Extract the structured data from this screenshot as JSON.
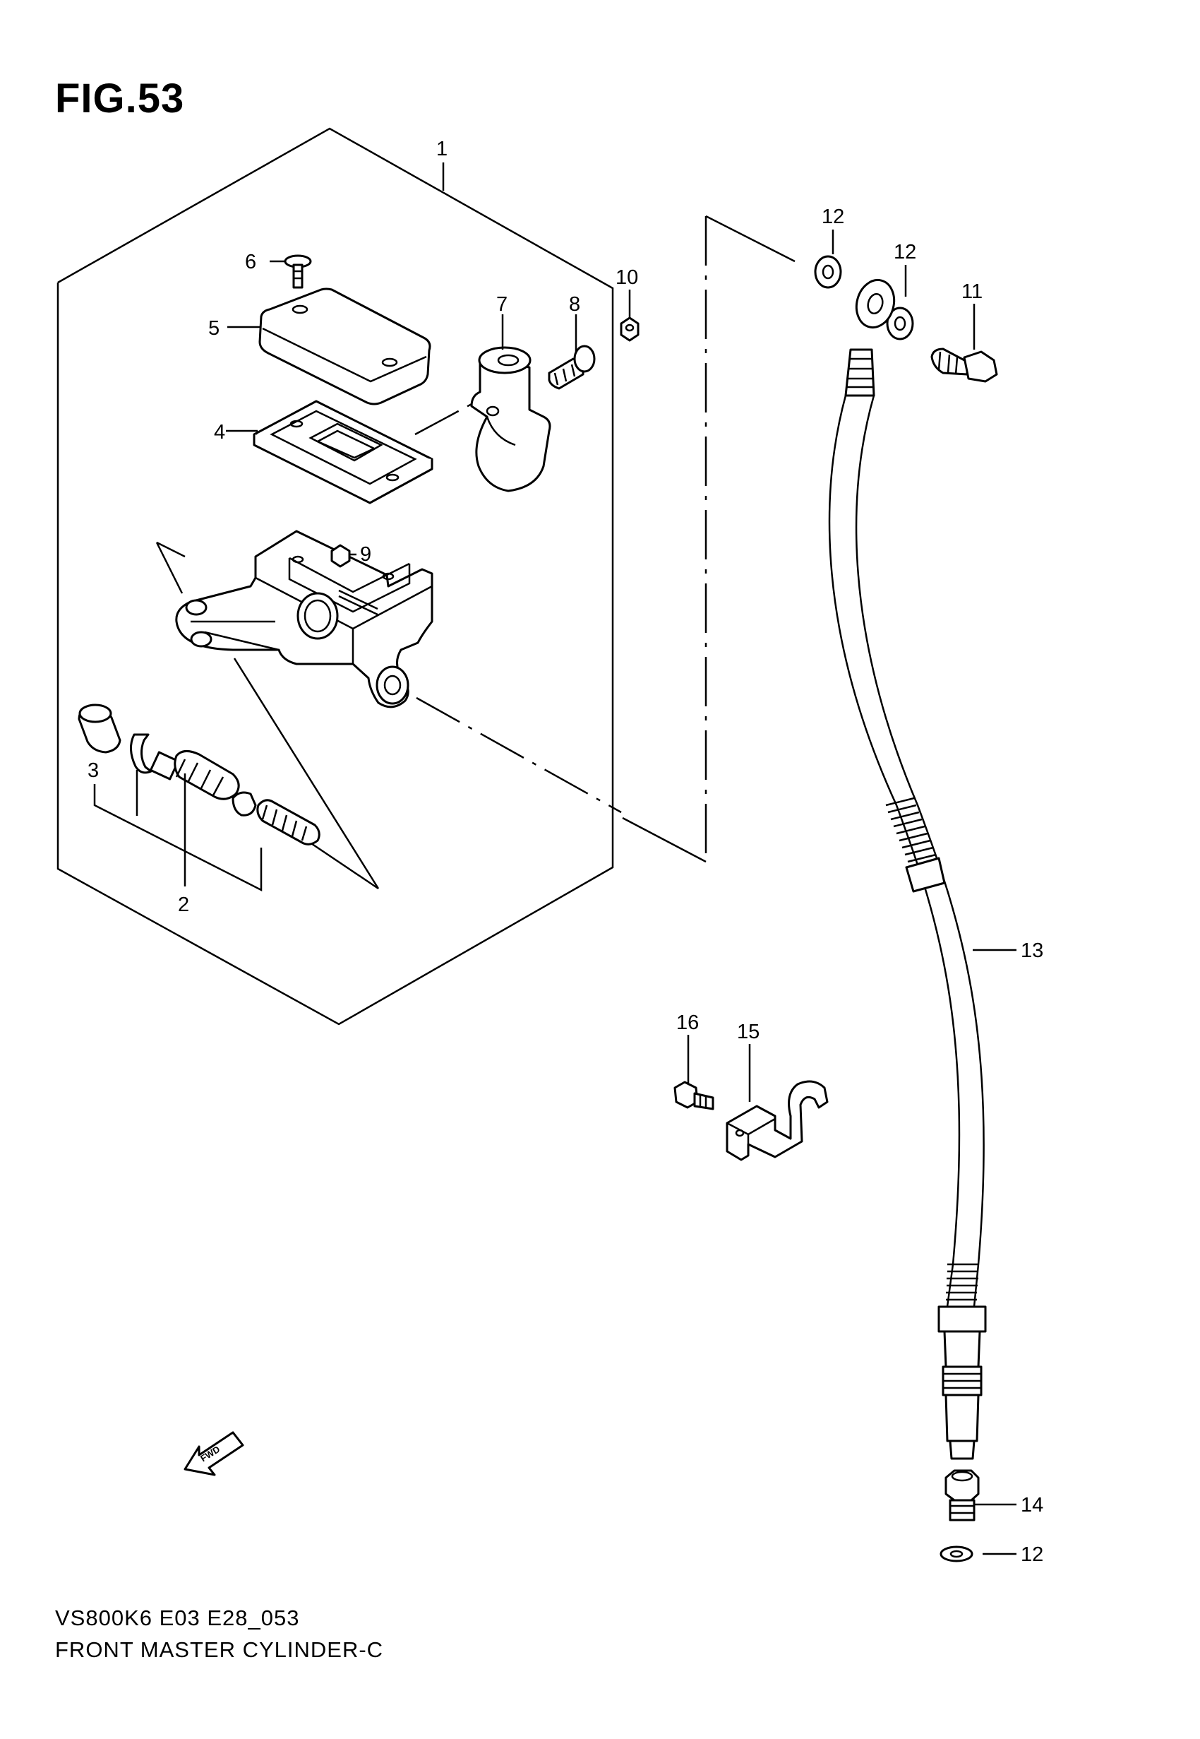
{
  "figure": {
    "title": "FIG.53"
  },
  "footer": {
    "code": "VS800K6 E03 E28_053",
    "name": "FRONT MASTER CYLINDER-C"
  },
  "callouts": {
    "c1": "1",
    "c2": "2",
    "c3": "3",
    "c4": "4",
    "c5": "5",
    "c6": "6",
    "c7": "7",
    "c8": "8",
    "c9": "9",
    "c10": "10",
    "c11": "11",
    "c12a": "12",
    "c12b": "12",
    "c12c": "12",
    "c13": "13",
    "c14": "14",
    "c15": "15",
    "c16": "16"
  },
  "fwd_label": "FWD",
  "icons": {
    "direction": "fwd-arrow-icon"
  }
}
